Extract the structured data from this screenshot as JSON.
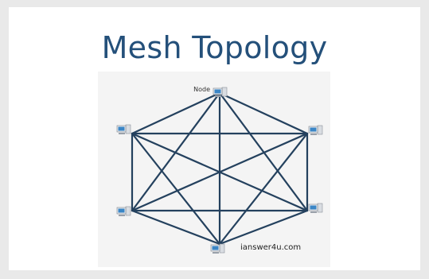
{
  "slide": {
    "title": "Mesh Topology",
    "node_label": "Node",
    "caption": "ianswer4u.com"
  },
  "diagram": {
    "node_count": 6,
    "node_icon": "computer-icon",
    "connectivity": "every node connected to every other node",
    "colors": {
      "line": "#24415e",
      "title": "#24507a",
      "screen": "#3b86c6"
    }
  }
}
